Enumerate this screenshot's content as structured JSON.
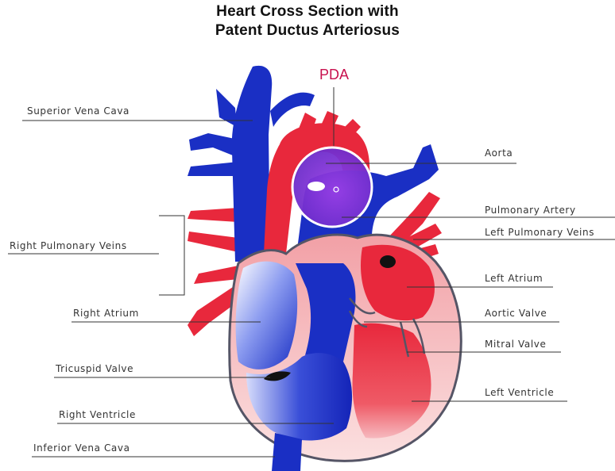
{
  "title": {
    "line1": "Heart Cross Section with",
    "line2": "Patent Ductus Arteriosus"
  },
  "callout": "PDA",
  "labels": {
    "superior_vena_cava": "Superior Vena Cava",
    "right_pulmonary_veins": "Right Pulmonary Veins",
    "right_atrium": "Right Atrium",
    "tricuspid_valve": "Tricuspid Valve",
    "right_ventricle": "Right Ventricle",
    "inferior_vena_cava": "Inferior Vena Cava",
    "aorta": "Aorta",
    "pulmonary_artery": "Pulmonary Artery",
    "left_pulmonary_veins": "Left Pulmonary Veins",
    "left_atrium": "Left Atrium",
    "aortic_valve": "Aortic Valve",
    "mitral_valve": "Mitral Valve",
    "left_ventricle": "Left Ventricle"
  },
  "colors": {
    "oxygenated": "#e8283c",
    "deoxygenated": "#1a2fc4",
    "mixed": "#8a3ed8",
    "pda_marker": "#c8104e",
    "wall_outline": "#555566"
  }
}
